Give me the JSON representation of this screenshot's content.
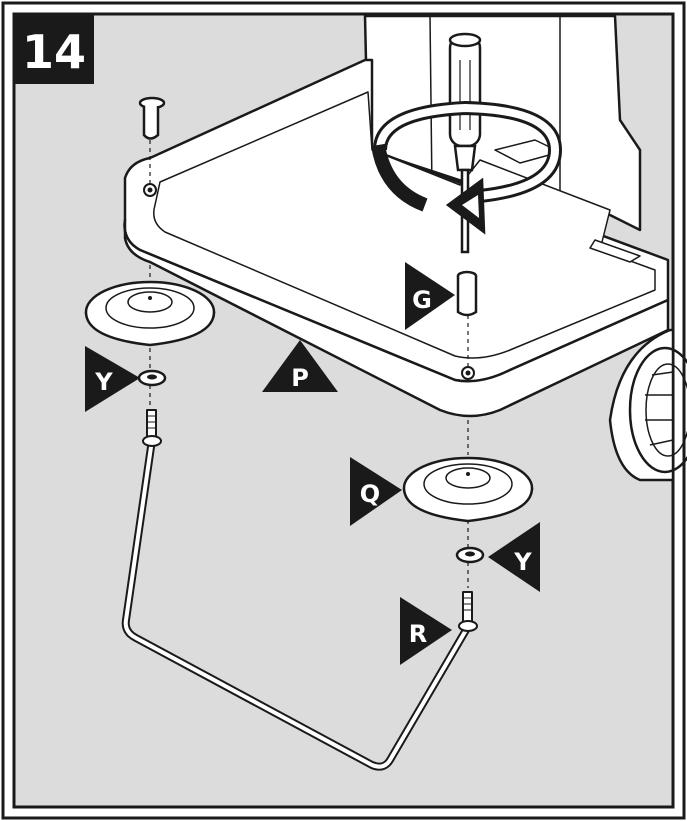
{
  "step": {
    "number": "14"
  },
  "labels": {
    "G": "G",
    "P": "P",
    "Q": "Q",
    "R": "R",
    "Y_left": "Y",
    "Y_right": "Y"
  },
  "colors": {
    "background": "#dcdcdc",
    "panel": "#ffffff",
    "ink": "#1a1a1a",
    "badge": "#1a1a1a"
  },
  "icons": [
    "screwdriver-icon",
    "rotation-arrow-icon",
    "screw-icon",
    "rubber-foot-icon",
    "washer-icon",
    "wire-frame-icon"
  ]
}
